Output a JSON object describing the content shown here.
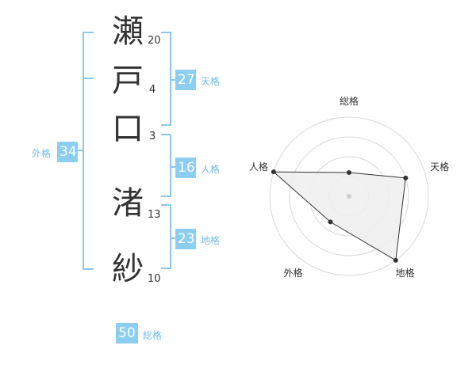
{
  "name": {
    "chars": [
      {
        "char": "瀬",
        "strokes": "20"
      },
      {
        "char": "戸",
        "strokes": "4"
      },
      {
        "char": "口",
        "strokes": "3"
      },
      {
        "char": "渚",
        "strokes": "13"
      },
      {
        "char": "紗",
        "strokes": "10"
      }
    ]
  },
  "fortune": {
    "tenkaku": {
      "value": "27",
      "label": "天格"
    },
    "jinkaku": {
      "value": "16",
      "label": "人格"
    },
    "chikaku": {
      "value": "23",
      "label": "地格"
    },
    "gaikaku": {
      "value": "34",
      "label": "外格"
    },
    "soukaku": {
      "value": "50",
      "label": "総格"
    }
  },
  "colors": {
    "accent": "#8ccdf2",
    "bracket": "#8cc8ee",
    "label": "#71bde8"
  },
  "chart_data": {
    "type": "radar",
    "axes": [
      "総格",
      "天格",
      "地格",
      "外格",
      "人格"
    ],
    "max": 4,
    "rings": 4,
    "values": [
      1.2,
      3.0,
      4.0,
      1.6,
      4.0
    ]
  }
}
